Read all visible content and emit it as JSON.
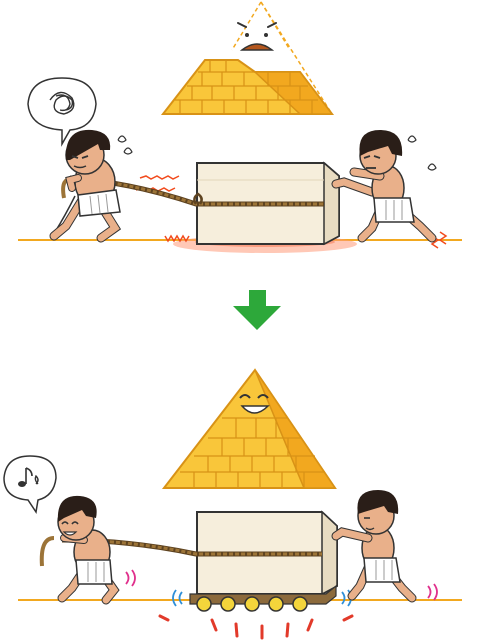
{
  "palette": {
    "pyramid_face": "#F9C63A",
    "pyramid_shade": "#F2A81F",
    "pyramid_outline": "#D89216",
    "block_face": "#F6EEDC",
    "block_side": "#E8DCC2",
    "rope": "#9C7438",
    "rope_dark": "#5E4320",
    "ground": "#F2A81F",
    "friction": "#F24B1D",
    "friction_glow": "#FF9A7A",
    "arrow": "#2DA83A",
    "roller": "#F4D53B",
    "motion_blue": "#2F8FD8",
    "motion_pink": "#E0308C",
    "skin": "#E9B08A",
    "hair": "#2A1E18",
    "cloth": "#FFFFFF"
  },
  "icons": {
    "struggle": "scribble-icon",
    "happy": "music-note-icon",
    "transition": "down-arrow-icon"
  },
  "scenes": {
    "before": {
      "pyramid_mood": "grimace",
      "block_movement": "dragging",
      "thought": "scribble"
    },
    "after": {
      "pyramid_mood": "smile",
      "block_movement": "rolling",
      "roller_count": 5,
      "thought": "music-note"
    }
  }
}
